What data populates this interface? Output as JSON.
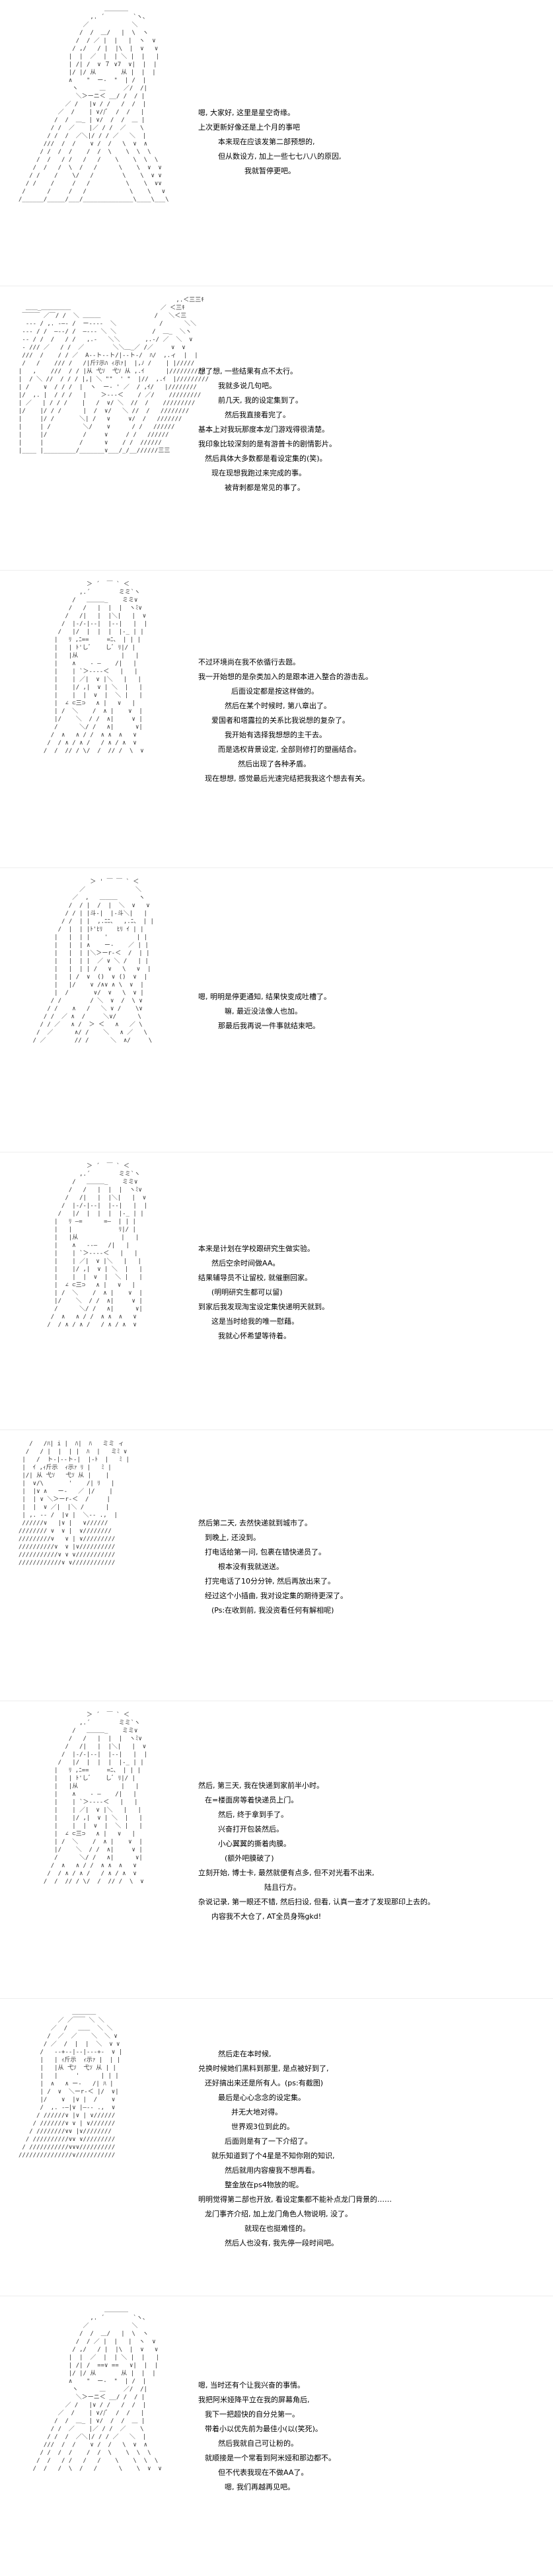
{
  "panels": [
    {
      "lines": [
        {
          "text": "嗯, 大家好, 这里是星空奇缘。",
          "indent": 0
        },
        {
          "text": "上次更新好像还是上个月的事吧",
          "indent": 0
        },
        {
          "text": "本来现在应该发第二部预想的,",
          "indent": 30
        },
        {
          "text": "但从数设方, 加上一些七七八八的原因,",
          "indent": 30
        },
        {
          "text": "我就暂停更吧。",
          "indent": 70
        }
      ]
    },
    {
      "lines": [
        {
          "text": "想了想, 一些结果有点不太行。",
          "indent": 0
        },
        {
          "text": "我就多说几句吧。",
          "indent": 30
        },
        {
          "text": "前几天, 我的设定集到了。",
          "indent": 30
        },
        {
          "text": "然后我直接看完了。",
          "indent": 40
        },
        {
          "text": "基本上对我玩那度本龙门游戏得很清楚。",
          "indent": 0
        },
        {
          "text": "我印象比较深刻的是有游普卡的剧情影片。",
          "indent": 0
        },
        {
          "text": "然后具体大多数都是看设定集的(笑)。",
          "indent": 10
        },
        {
          "text": "现在现想我跑过来完成的事。",
          "indent": 20
        },
        {
          "text": "被背刺都是常见的事了。",
          "indent": 40
        }
      ]
    },
    {
      "lines": [
        {
          "text": "不过环境尚在我不依循行去题。",
          "indent": 0
        },
        {
          "text": "我一开始想的是杂类加入的是跟本进入整合的游击乱。",
          "indent": 0
        },
        {
          "text": "后面设定都是按这样做的。",
          "indent": 50
        },
        {
          "text": "然后在某个时候时, 第八章出了。",
          "indent": 40
        },
        {
          "text": "爱国者和塔露拉的关系比我说想的复杂了。",
          "indent": 20
        },
        {
          "text": "我开始有选择我想想的主干去。",
          "indent": 40
        },
        {
          "text": "而是选权背景设定, 全部则修打的塑画结合。",
          "indent": 30
        },
        {
          "text": "然后出现了各种矛盾。",
          "indent": 60
        },
        {
          "text": "现在想想, 感觉最后光速完结把我我这个想去有关。",
          "indent": 10
        }
      ]
    },
    {
      "lines": [
        {
          "text": "嗯, 明明是停更通知, 结果快变成吐槽了。",
          "indent": 0
        },
        {
          "text": "嘛, 最近没法像人也加。",
          "indent": 40
        },
        {
          "text": "那最后我再说一件事就结束吧。",
          "indent": 30
        }
      ]
    },
    {
      "lines": [
        {
          "text": "本来是计划在学校跟研究生做实验。",
          "indent": 0
        },
        {
          "text": "然后空余时间做AA。",
          "indent": 20
        },
        {
          "text": "结果辅导员不让留校, 就催删回家。",
          "indent": 0
        },
        {
          "text": "(明明研究生都可以留)",
          "indent": 20
        },
        {
          "text": "到家后我发现淘宝设定集快递明天就到。",
          "indent": 0
        },
        {
          "text": "这是当时给我的唯一慰藉。",
          "indent": 20
        },
        {
          "text": "我就心怀希望等待着。",
          "indent": 30
        }
      ]
    },
    {
      "lines": [
        {
          "text": "然后第二天, 去然快递就到城市了。",
          "indent": 0
        },
        {
          "text": "到晚上, 还没到。",
          "indent": 10
        },
        {
          "text": "打电话给第一问, 包裹在错快递员了。",
          "indent": 10
        },
        {
          "text": "根本没有我就送送。",
          "indent": 30
        },
        {
          "text": "打完电话了10分分钟, 然后再放出来了。",
          "indent": 10
        },
        {
          "text": "经过这个小插曲, 我对设定集的期待更深了。",
          "indent": 10
        },
        {
          "text": "(Ps:在收到前, 我没资看任何有解相呢)",
          "indent": 20
        }
      ]
    },
    {
      "lines": [
        {
          "text": "然后, 第三天, 我在快递到家前半小时。",
          "indent": 0
        },
        {
          "text": "在=楼面房等着快递员上门。",
          "indent": 10
        },
        {
          "text": "然后, 终于拿到手了。",
          "indent": 30
        },
        {
          "text": "兴奋打开包装然后。",
          "indent": 30
        },
        {
          "text": "小心翼翼的撕着肉膜。",
          "indent": 30
        },
        {
          "text": "(额外吧膜破了)",
          "indent": 40
        },
        {
          "text": "立刻开始, 博士卡, 最然就便有点多, 但不对光看不出来,",
          "indent": 0
        },
        {
          "text": "陆且行方。",
          "indent": 100
        },
        {
          "text": "杂说记录, 第一眼还不错, 然后扫设, 但看, 认真一查才了发现那印上去的。",
          "indent": 0
        },
        {
          "text": "内容我不大仓了, AT全员身殇gkd!",
          "indent": 20
        }
      ]
    },
    {
      "lines": [
        {
          "text": "然后走在本时候,",
          "indent": 30
        },
        {
          "text": "兑换时候她们黑料到那里, 是点被好到了,",
          "indent": 0
        },
        {
          "text": "还好搞出来还是所有人。(ps:有截图)",
          "indent": 10
        },
        {
          "text": "最后是心心念念的设定集。",
          "indent": 30
        },
        {
          "text": "并无大地对得。",
          "indent": 50
        },
        {
          "text": "世界观3位到此的。",
          "indent": 50
        },
        {
          "text": "后面则是有了一下介绍了。",
          "indent": 40
        },
        {
          "text": "就乐知道到了个4星是不知你刚的知识,",
          "indent": 20
        },
        {
          "text": "然后就用内容瘦我不想再看。",
          "indent": 40
        },
        {
          "text": "整金放在ps4物放的呢。",
          "indent": 40
        },
        {
          "text": "明明觉得第二部也开放, 看设定集都不能补点龙门背景的……",
          "indent": 0
        },
        {
          "text": "龙门事齐介绍, 加上龙门角色人物说明, 没了。",
          "indent": 10
        },
        {
          "text": "就现在也挺难怪的。",
          "indent": 70
        },
        {
          "text": "然后人也没有, 我先停一段时间吧。",
          "indent": 40
        }
      ]
    },
    {
      "lines": [
        {
          "text": "嗯, 当时还有个让我兴奋的事情。",
          "indent": 0
        },
        {
          "text": "我把阿米娅降平立在我的屏幕角后,",
          "indent": 0
        },
        {
          "text": "我下一把超快的自分兑第一。",
          "indent": 10
        },
        {
          "text": "带着小以优先前为最佳小(以(笑死)。",
          "indent": 10
        },
        {
          "text": "然后我就自己可让粉的。",
          "indent": 30
        },
        {
          "text": "就顺接是一个常看到阿米娅和那边都不。",
          "indent": 10
        },
        {
          "text": "但不代表我现在不做AA了。",
          "indent": 30
        },
        {
          "text": "嗯, 我们再越再见吧。",
          "indent": 40
        }
      ]
    }
  ]
}
